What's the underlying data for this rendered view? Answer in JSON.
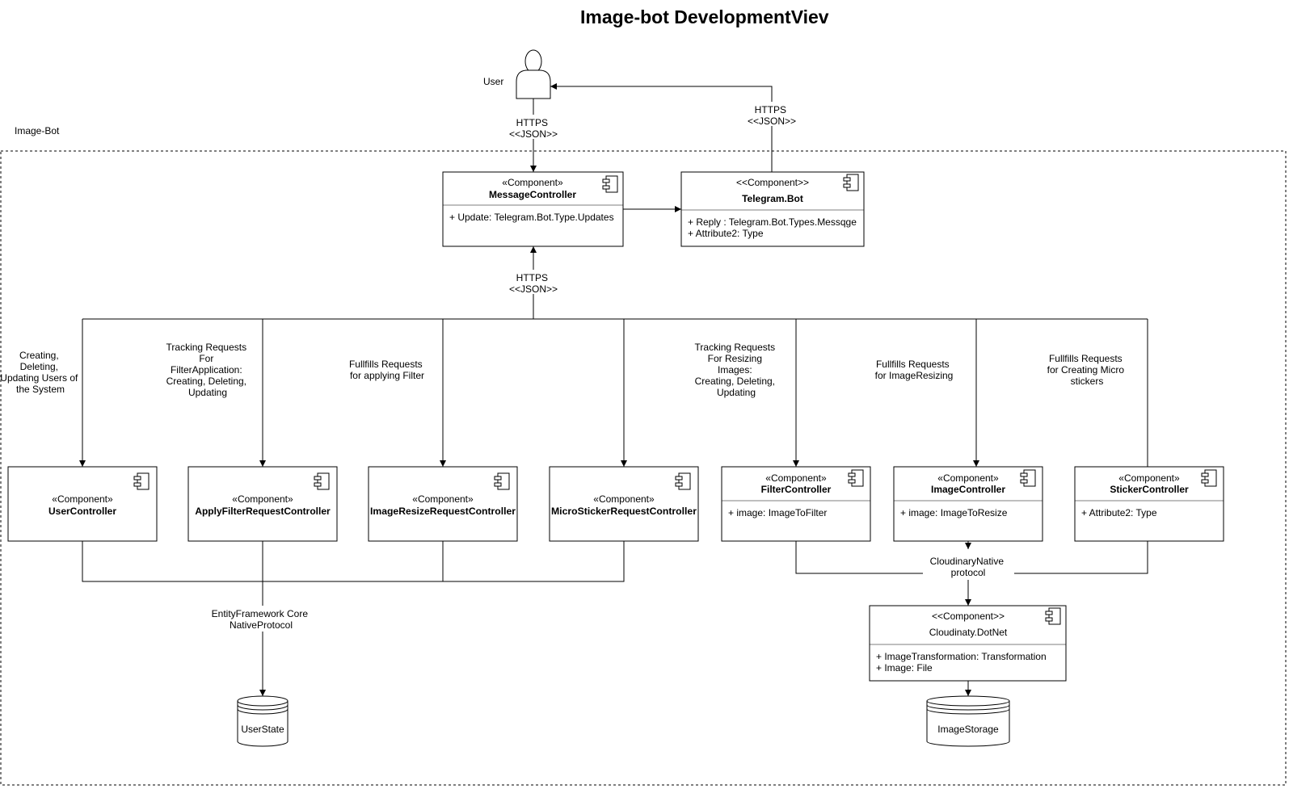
{
  "title": "Image-bot DevelopmentViev",
  "boundary_label": "Image-Bot",
  "user": {
    "label": "User"
  },
  "stereotype": "«Component»",
  "stereotype_alt": "<<Component>>",
  "components": {
    "message_controller": {
      "name": "MessageController",
      "attrs": [
        "+ Update: Telegram.Bot.Type.Updates"
      ]
    },
    "telegram_bot": {
      "name": "Telegram.Bot",
      "attrs": [
        "+ Reply : Telegram.Bot.Types.Messqge",
        "+ Attribute2: Type"
      ]
    },
    "user_controller": {
      "name": "UserController"
    },
    "apply_filter": {
      "name": "ApplyFilterRequestController"
    },
    "image_resize": {
      "name": "ImageResizeRequestController"
    },
    "micro_sticker": {
      "name": "MicroStickerRequestController"
    },
    "filter_controller": {
      "name": "FilterController",
      "attrs": [
        "+ image: ImageToFilter"
      ]
    },
    "image_controller": {
      "name": "ImageController",
      "attrs": [
        "+ image: ImageToResize"
      ]
    },
    "sticker_controller": {
      "name": "StickerController",
      "attrs": [
        "+ Attribute2: Type"
      ]
    },
    "cloudinary": {
      "name": "Cloudinaty.DotNet",
      "attrs": [
        "+ ImageTransformation: Transformation",
        "+ Image: File"
      ]
    }
  },
  "databases": {
    "user_state": "UserState",
    "image_storage": "ImageStorage"
  },
  "edge_labels": {
    "https_user_in": [
      "HTTPS",
      "<<JSON>>"
    ],
    "https_user_out": [
      "HTTPS",
      "<<JSON>>"
    ],
    "https_bus": [
      "HTTPS",
      "<<JSON>>"
    ],
    "ef_core": [
      "EntityFramework Core",
      "NativeProtocol"
    ],
    "cloudinary_native": [
      "CloudinaryNative",
      "protocol"
    ]
  },
  "annotations": {
    "user_ctrl": [
      "Creating,",
      "Deleting,",
      "Updating Users of",
      "the System"
    ],
    "apply_filter": [
      "Tracking Requests",
      "For",
      "FilterApplication:",
      "Creating, Deleting,",
      "Updating"
    ],
    "image_resize": [
      "Fullfills Requests",
      "for applying Filter"
    ],
    "filter_ctrl": [
      "Tracking Requests",
      "For Resizing",
      "Images:",
      "Creating, Deleting,",
      "Updating"
    ],
    "image_ctrl": [
      "Fullfills Requests",
      "for ImageResizing"
    ],
    "sticker_ctrl": [
      "Fullfills Requests",
      "for Creating Micro",
      "stickers"
    ]
  }
}
